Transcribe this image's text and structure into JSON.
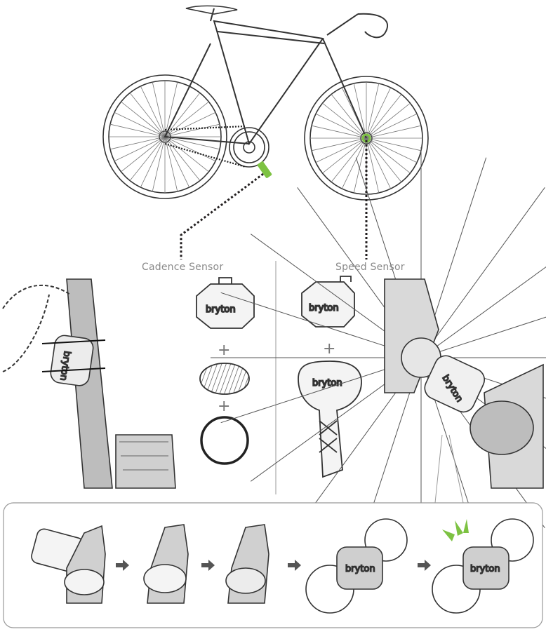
{
  "labels": {
    "cadence": "Cadence Sensor",
    "speed": "Speed Sensor"
  },
  "brand": "bryton",
  "colors": {
    "accent": "#7dc242",
    "line": "#231f20",
    "dots": "#231f20",
    "part_fill": "#d9d9d9",
    "panel_bg": "#ffffff"
  }
}
